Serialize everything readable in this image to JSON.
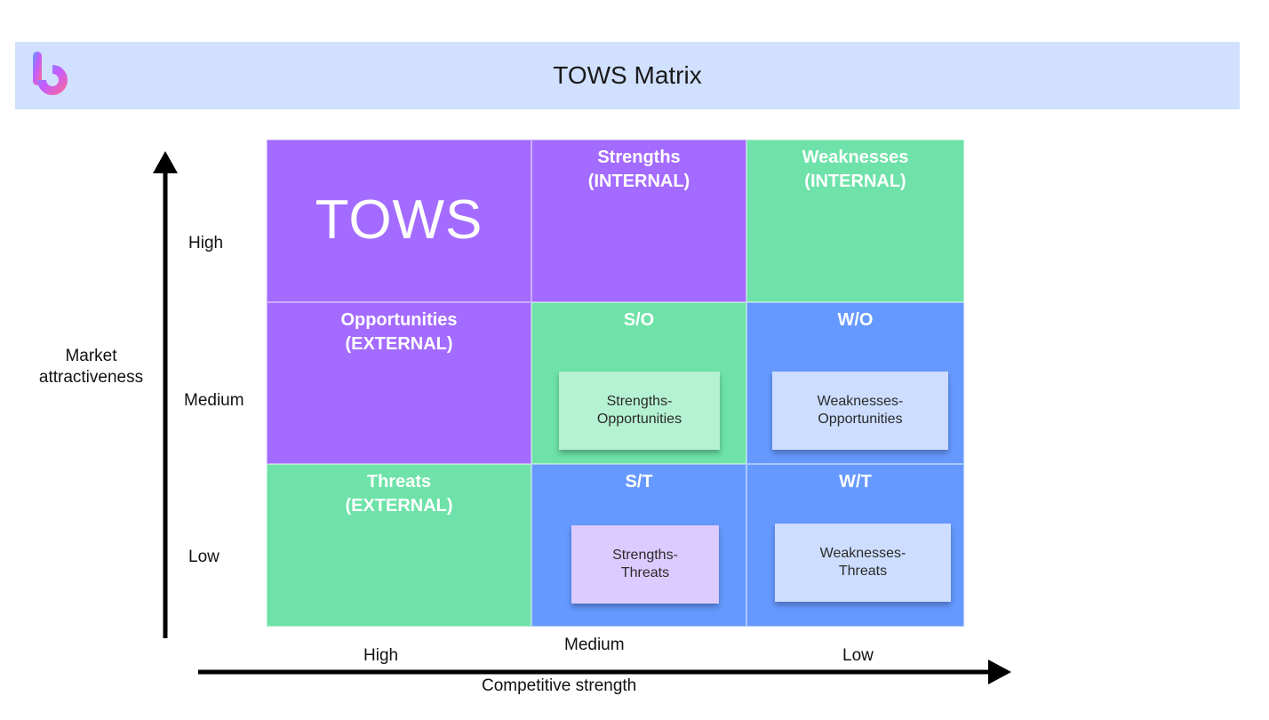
{
  "header": {
    "title": "TOWS Matrix",
    "logo": "b-logo-icon",
    "background": "#d1e0ff"
  },
  "matrix": {
    "corner_label": "TOWS",
    "column_headers": [
      {
        "title": "Strengths\n(INTERNAL)"
      },
      {
        "title": "Weaknesses\n(INTERNAL)"
      }
    ],
    "row_headers": [
      {
        "title": "Opportunities\n(EXTERNAL)"
      },
      {
        "title": "Threats\n(EXTERNAL)"
      }
    ],
    "cells": {
      "so": {
        "title": "S/O",
        "note": "Strengths-\nOpportunities"
      },
      "wo": {
        "title": "W/O",
        "note": "Weaknesses-\nOpportunities"
      },
      "st": {
        "title": "S/T",
        "note": "Strengths-\nThreats"
      },
      "wt": {
        "title": "W/T",
        "note": "Weaknesses-\nThreats"
      }
    },
    "colors": {
      "purple": "#a36bff",
      "green": "#6ee2a8",
      "blue": "#6699ff",
      "note_green": "#b5f1d3",
      "note_blue": "#ccddff",
      "note_lilac": "#dccbff"
    }
  },
  "y_axis": {
    "title": "Market\nattractiveness",
    "levels": [
      "High",
      "Medium",
      "Low"
    ]
  },
  "x_axis": {
    "title": "Competitive strength",
    "levels": [
      "High",
      "Medium",
      "Low"
    ]
  }
}
